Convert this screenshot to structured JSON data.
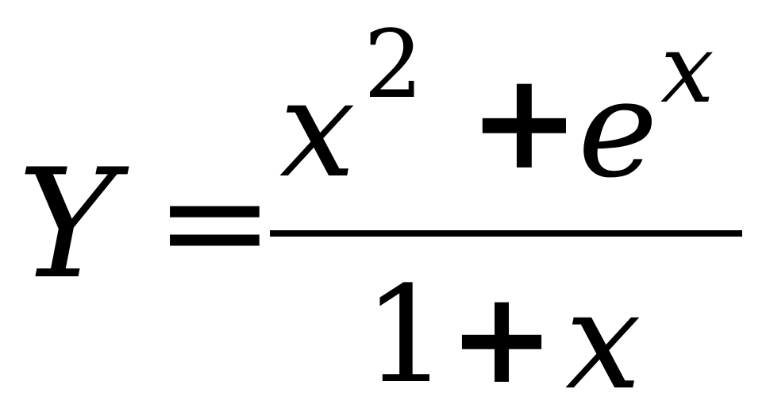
{
  "equation": {
    "lhs": "Y",
    "equals": "=",
    "numerator": {
      "base": "x",
      "exponent": "2",
      "operator": "+",
      "exp_base": "e",
      "exp_power": "x"
    },
    "denominator": {
      "one": "1",
      "operator": "+",
      "var": "x"
    }
  }
}
